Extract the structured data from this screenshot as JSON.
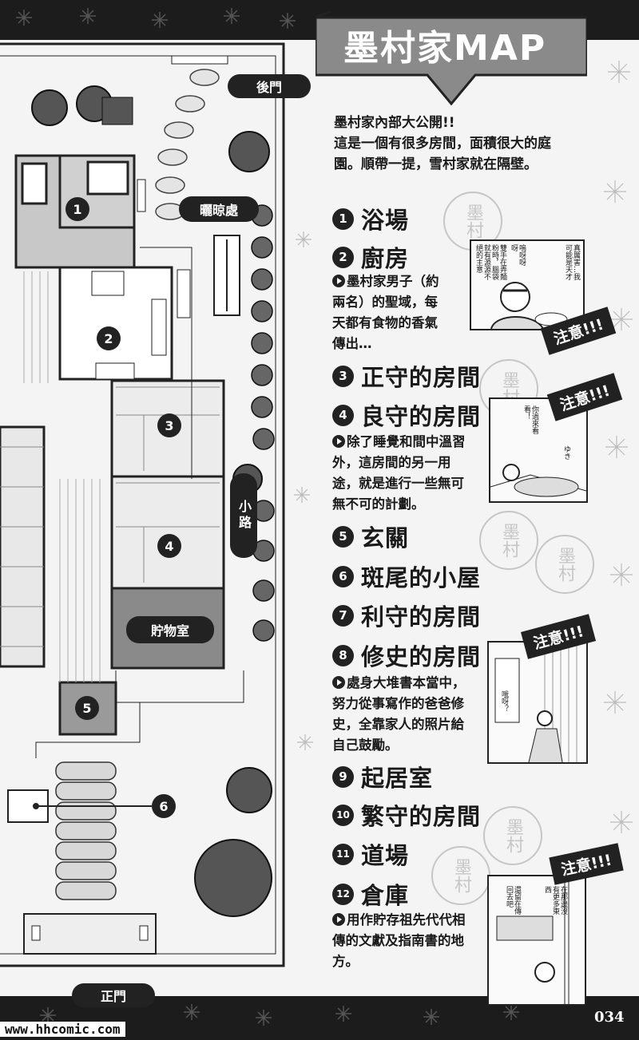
{
  "title": "墨村家MAP",
  "intro": [
    "墨村家內部大公開!!",
    "這是一個有很多房間，面積很大的庭",
    "園。順帶一提，雪村家就在隔壁。"
  ],
  "rooms": [
    {
      "num": "1",
      "name": "浴場"
    },
    {
      "num": "2",
      "name": "廚房"
    },
    {
      "num": "3",
      "name": "正守的房間"
    },
    {
      "num": "4",
      "name": "良守的房間"
    },
    {
      "num": "5",
      "name": "玄關"
    },
    {
      "num": "6",
      "name": "斑尾的小屋"
    },
    {
      "num": "7",
      "name": "利守的房間"
    },
    {
      "num": "8",
      "name": "修史的房間"
    },
    {
      "num": "9",
      "name": "起居室"
    },
    {
      "num": "10",
      "name": "繁守的房間"
    },
    {
      "num": "11",
      "name": "道場"
    },
    {
      "num": "12",
      "name": "倉庫"
    }
  ],
  "descriptions": {
    "kitchen": [
      "墨村家男子（約",
      "兩名）的聖域，每",
      "天都有食物的香氣",
      "傳出…"
    ],
    "yoshimori": [
      "除了睡覺和間中溫習",
      "外，這房間的另一用",
      "途，就是進行一些無可",
      "無不可的計劃。"
    ],
    "shuji": [
      "處身大堆書本當中，",
      "努力從事寫作的爸爸修",
      "史，全靠家人的照片給",
      "自己鼓勵。"
    ],
    "storehouse": [
      "用作貯存祖先代代相",
      "傳的文獻及指南書的地",
      "方。"
    ]
  },
  "chuui": "注意!!!",
  "panel_speech": {
    "p1a": "真厲害…我可能是天才",
    "p1b": "嗚呀呀呀",
    "p1c": "雙手在弄麵粉時，腦袋就有源源不絕的主意",
    "p2a": "你過來看看！",
    "p2b": "ゆき",
    "p3a": "哦呀？",
    "p4a": "在那邊沒有更多東西",
    "p4b": "還留在傳回去吧"
  },
  "map_labels": {
    "back_gate": "後門",
    "drying_area": "曬晾處",
    "path": "小路",
    "storage": "貯物室",
    "main_gate": "正門",
    "n1": "1",
    "n2": "2",
    "n3": "3",
    "n4": "4",
    "n5": "5",
    "n6": "6"
  },
  "stamp_text": "墨村",
  "footer": {
    "url": "www.hhcomic.com",
    "page": "034"
  }
}
